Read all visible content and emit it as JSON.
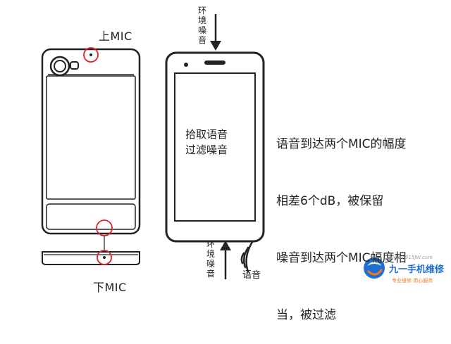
{
  "labels": {
    "top_mic": "上MIC",
    "bottom_mic": "下MIC",
    "env_noise_top": [
      "环",
      "境",
      "噪",
      "音"
    ],
    "env_noise_bottom": [
      "环",
      "境",
      "噪",
      "音"
    ],
    "voice": "语音",
    "screen_line1": "拾取语音",
    "screen_line2": "过滤噪音"
  },
  "explanation": {
    "line1": "语音到达两个MIC的幅度",
    "line2": "相差6个dB，被保留",
    "line3": "噪音到达两个MIC幅度相",
    "line4": "当，被过滤"
  },
  "watermark": {
    "url": "www.915JW.com",
    "name": "九一手机维修",
    "slogan": "专业维修  用心服务"
  },
  "colors": {
    "line": "#222222",
    "highlight_circle": "#e0212b",
    "logo_blue": "#1f6fd1",
    "logo_orange": "#f07a21"
  }
}
